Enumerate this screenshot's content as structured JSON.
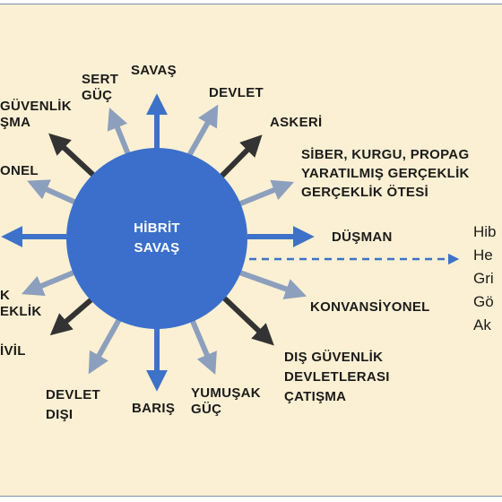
{
  "center": {
    "line1": "HİBRİT",
    "line2": "SAVAŞ"
  },
  "spokes": [
    {
      "lines": [
        "SAVAŞ"
      ]
    },
    {
      "lines": [
        "SERT",
        "GÜÇ"
      ]
    },
    {
      "lines": [
        "DEVLET"
      ]
    },
    {
      "lines": [
        "GÜVENLİK",
        "ŞMA"
      ]
    },
    {
      "lines": [
        "ASKERİ"
      ]
    },
    {
      "lines": [
        "SİBER, KURGU, PROPAG",
        "YARATILMIŞ GERÇEKLİK",
        "GERÇEKLİK ÖTESİ"
      ]
    },
    {
      "lines": [
        "ONEL"
      ]
    },
    {
      "lines": [
        "DÜŞMAN"
      ]
    },
    {
      "lines": [
        "K",
        "EKLİK"
      ]
    },
    {
      "lines": [
        "KONVANSİYONEL"
      ]
    },
    {
      "lines": [
        "İVİL"
      ]
    },
    {
      "lines": [
        "DIŞ GÜVENLİK",
        "DEVLETLERASI",
        "ÇATIŞMA"
      ]
    },
    {
      "lines": [
        "DEVLET",
        "DIŞI"
      ]
    },
    {
      "lines": [
        "BARIŞ"
      ]
    },
    {
      "lines": [
        "YUMUŞAK",
        "GÜÇ"
      ]
    }
  ],
  "side_list": [
    "Hib",
    "He",
    "Gri",
    "Gö",
    "Ak"
  ],
  "colors": {
    "circle": "#3b6fcb",
    "blue_arrow": "#3d72c8",
    "gray_arrow": "#8c9fbd",
    "dark_arrow": "#333333",
    "background": "#fbf0d3"
  }
}
